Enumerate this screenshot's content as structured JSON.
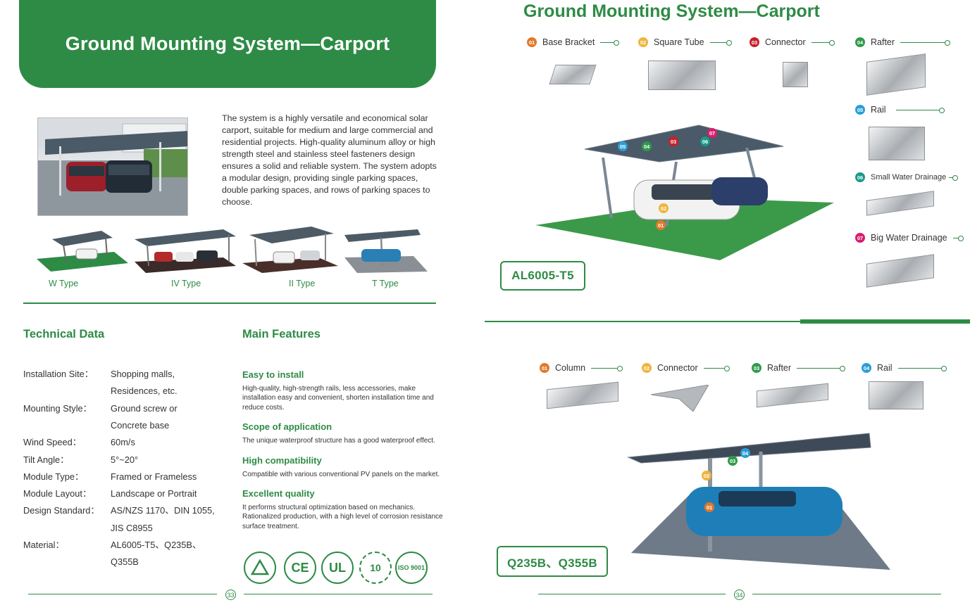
{
  "left": {
    "banner_title": "Ground Mounting System—Carport",
    "description": "The system is a highly versatile and economical solar carport, suitable for medium and large commercial and residential projects. High-quality aluminum alloy or high strength steel and stainless steel fasteners design ensures a solid and reliable system. The system adopts a modular design, providing single parking spaces, double parking spaces, and rows of parking spaces to choose.",
    "types": [
      "W Type",
      "IV Type",
      "II Type",
      "T Type"
    ],
    "technical_title": "Technical Data",
    "technical": [
      {
        "key": "Installation Site：",
        "lines": [
          "Shopping malls,",
          "Residences, etc."
        ]
      },
      {
        "key": "Mounting Style：",
        "lines": [
          "Ground screw or",
          "Concrete base"
        ]
      },
      {
        "key": "Wind Speed：",
        "lines": [
          "60m/s"
        ]
      },
      {
        "key": "Tilt Angle：",
        "lines": [
          "5°~20°"
        ]
      },
      {
        "key": "Module Type：",
        "lines": [
          "Framed or Frameless"
        ]
      },
      {
        "key": "Module Layout：",
        "lines": [
          "Landscape or Portrait"
        ]
      },
      {
        "key": "Design Standard：",
        "lines": [
          "AS/NZS 1170、DIN 1055,",
          "JIS C8955"
        ]
      },
      {
        "key": "Material：",
        "lines": [
          "AL6005-T5、Q235B、",
          "Q355B"
        ]
      }
    ],
    "features_title": "Main Features",
    "features": [
      {
        "title": "Easy to install",
        "text": "High-quality, high-strength rails, less accessories, make installation easy and convenient, shorten installation time and reduce costs."
      },
      {
        "title": "Scope of application",
        "text": "The unique waterproof structure has a good waterproof effect."
      },
      {
        "title": "High compatibility",
        "text": "Compatible with various conventional PV panels on the market."
      },
      {
        "title": "Excellent quality",
        "text": "It performs structural optimization based on mechanics. Rationalized production, with a high level of corrosion resistance surface treatment."
      }
    ],
    "certs": [
      "CE",
      "UL",
      "10",
      "ISO 9001"
    ],
    "page": "33"
  },
  "right": {
    "title": "Ground Mounting System—Carport",
    "top_parts": [
      {
        "n": "01",
        "name": "Base Bracket",
        "color": "#e0782a"
      },
      {
        "n": "02",
        "name": "Square Tube",
        "color": "#f0b43c"
      },
      {
        "n": "03",
        "name": "Connector",
        "color": "#c8202c"
      },
      {
        "n": "04",
        "name": "Rafter",
        "color": "#2e9a4a"
      },
      {
        "n": "05",
        "name": "Rail",
        "color": "#2a9ed8"
      },
      {
        "n": "06",
        "name": "Small Water Drainage",
        "color": "#1a9a8a"
      },
      {
        "n": "07",
        "name": "Big Water Drainage",
        "color": "#d81e6e"
      }
    ],
    "badge_top": "AL6005-T5",
    "bottom_parts": [
      {
        "n": "01",
        "name": "Column",
        "color": "#e0782a"
      },
      {
        "n": "02",
        "name": "Connector",
        "color": "#f0b43c"
      },
      {
        "n": "03",
        "name": "Rafter",
        "color": "#2e9a4a"
      },
      {
        "n": "04",
        "name": "Rail",
        "color": "#2a9ed8"
      }
    ],
    "badge_bottom": "Q235B、Q355B",
    "page": "34"
  }
}
